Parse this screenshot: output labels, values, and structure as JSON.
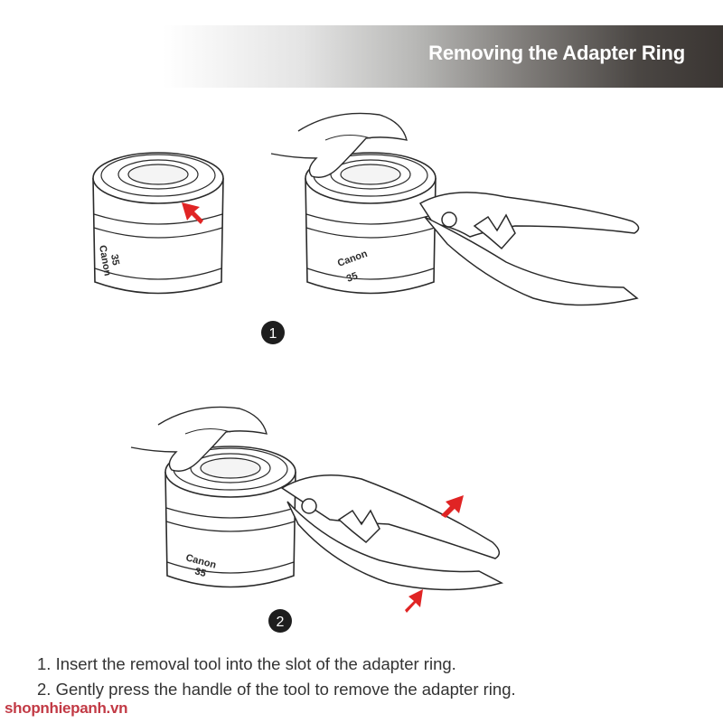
{
  "header": {
    "title": "Removing the Adapter Ring"
  },
  "figures": [
    {
      "step": "1",
      "lens_label_brand": "Canon",
      "lens_label_focal": "35"
    },
    {
      "step": "2",
      "lens_label_brand": "Canon",
      "lens_label_focal": "35"
    }
  ],
  "instructions": [
    "1. Insert the removal tool into the slot of the adapter ring.",
    "2. Gently press the handle of the tool to remove the adapter ring."
  ],
  "watermark": "shopnhiepanh.vn",
  "colors": {
    "arrow": "#e02424",
    "line": "#2a2a2a",
    "badge": "#1e1e1e"
  }
}
